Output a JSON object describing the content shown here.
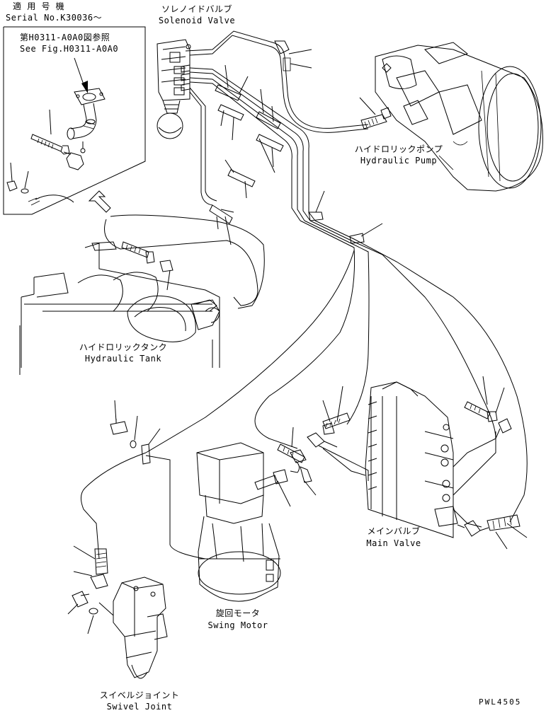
{
  "header": {
    "applicability_jp": "適 用 号 機",
    "serial_no": "Serial No.K30036～"
  },
  "inset": {
    "ref_jp": "第H0311-A0A0図参照",
    "ref_en": "See Fig.H0311-A0A0"
  },
  "components": {
    "solenoid_valve": {
      "jp": "ソレノイドバルブ",
      "en": "Solenoid Valve"
    },
    "hydraulic_pump": {
      "jp": "ハイドロリックポンプ",
      "en": "Hydraulic Pump"
    },
    "hydraulic_tank": {
      "jp": "ハイドロリックタンク",
      "en": "Hydraulic Tank"
    },
    "main_valve": {
      "jp": "メインバルブ",
      "en": "Main Valve"
    },
    "swing_motor": {
      "jp": "旋回モータ",
      "en": "Swing Motor"
    },
    "swivel_joint": {
      "jp": "スイベルジョイント",
      "en": "Swivel Joint"
    }
  },
  "footer": {
    "drawing_code": "PWL4505"
  }
}
